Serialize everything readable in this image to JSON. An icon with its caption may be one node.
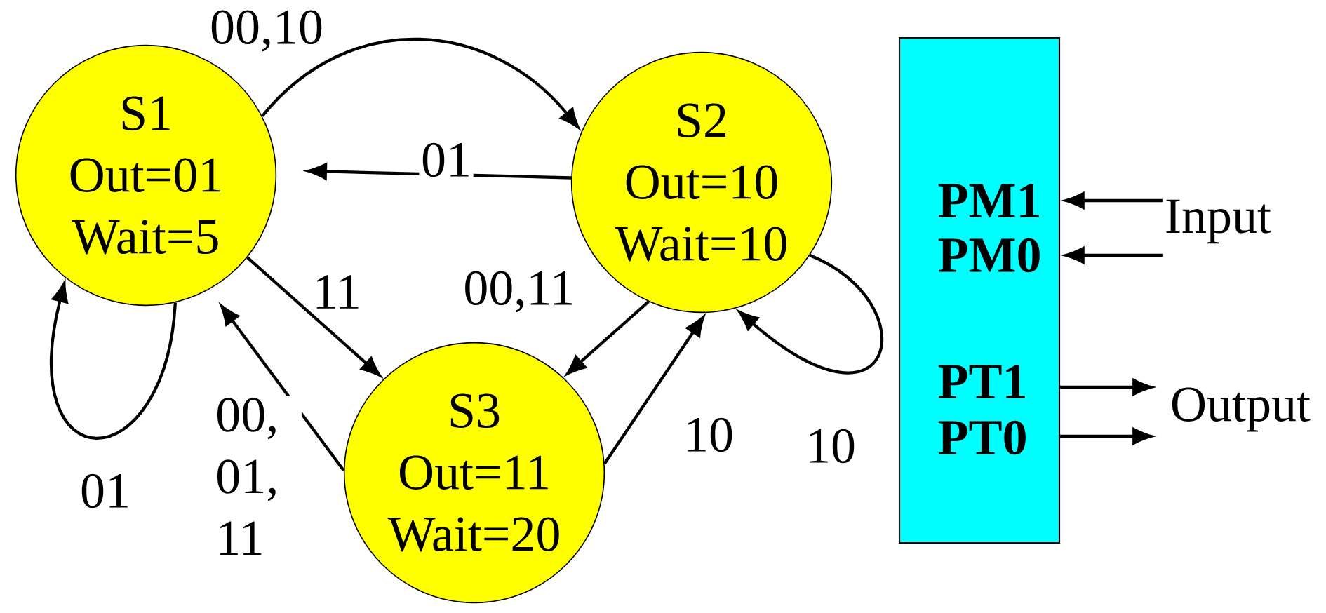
{
  "diagram": {
    "nodes": [
      {
        "text": [
          "S1",
          "Out=01",
          "Wait=5"
        ]
      },
      {
        "text": [
          "S2",
          "Out=10",
          "Wait=10"
        ]
      },
      {
        "text": [
          "S3",
          "Out=11",
          "Wait=20"
        ]
      },
      {
        "text": [
          "PM1",
          "PM0",
          "PT1",
          "PT0"
        ]
      },
      {
        "text": [
          "Input"
        ]
      },
      {
        "text": [
          "Output"
        ]
      }
    ],
    "edges": [
      {
        "from": 0,
        "to": 1,
        "arrow": "to",
        "label": "00,10"
      },
      {
        "from": 1,
        "to": 0,
        "arrow": "to",
        "label": "01"
      },
      {
        "from": 0,
        "to": 2,
        "arrow": "to",
        "label": "11"
      },
      {
        "from": 1,
        "to": 2,
        "arrow": "to",
        "label": "00,11"
      },
      {
        "from": 2,
        "to": 0,
        "arrow": "to",
        "label": "00, 01, 11"
      },
      {
        "from": 2,
        "to": 1,
        "arrow": "to",
        "label": "10"
      },
      {
        "from": 0,
        "to": 0,
        "arrow": "to",
        "label": "01"
      },
      {
        "from": 1,
        "to": 1,
        "arrow": "to",
        "label": "10"
      },
      {
        "from": 4,
        "to": 3,
        "arrow": "to"
      },
      {
        "from": 4,
        "to": 3,
        "arrow": "to"
      },
      {
        "from": 3,
        "to": 5,
        "arrow": "to"
      },
      {
        "from": 3,
        "to": 5,
        "arrow": "to"
      }
    ]
  }
}
